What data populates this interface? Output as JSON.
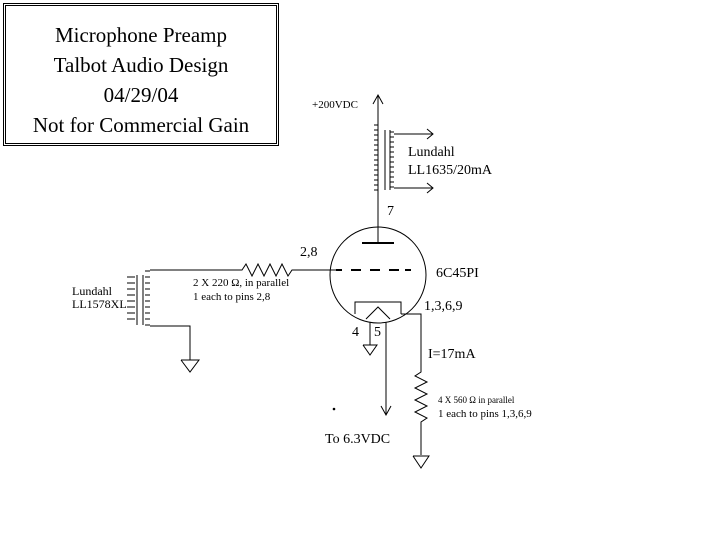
{
  "title_block": {
    "line1": "Microphone Preamp",
    "line2": "Talbot Audio Design",
    "line3": "04/29/04",
    "line4": "Not for Commercial Gain"
  },
  "labels": {
    "supply": "+200VDC",
    "output_transformer_line1": "Lundahl",
    "output_transformer_line2": "LL1635/20mA",
    "plate_pin": "7",
    "grid_pins": "2,8",
    "tube_type": "6C45PI",
    "cathode_pins": "1,3,6,9",
    "input_transformer_line1": "Lundahl",
    "input_transformer_line2": "LL1578XL",
    "grid_resistor_line1": "2 X 220 Ω, in parallel",
    "grid_resistor_line2": "1 each to pins 2,8",
    "heater_pin_a": "4",
    "heater_pin_b": "5",
    "cathode_current": "I=17mA",
    "cathode_resistor_line1": "4 X 560 Ω in parallel",
    "cathode_resistor_line2": "1 each to pins 1,3,6,9",
    "heater_supply": "To 6.3VDC"
  },
  "colors": {
    "ink": "#000000",
    "background": "#ffffff"
  }
}
